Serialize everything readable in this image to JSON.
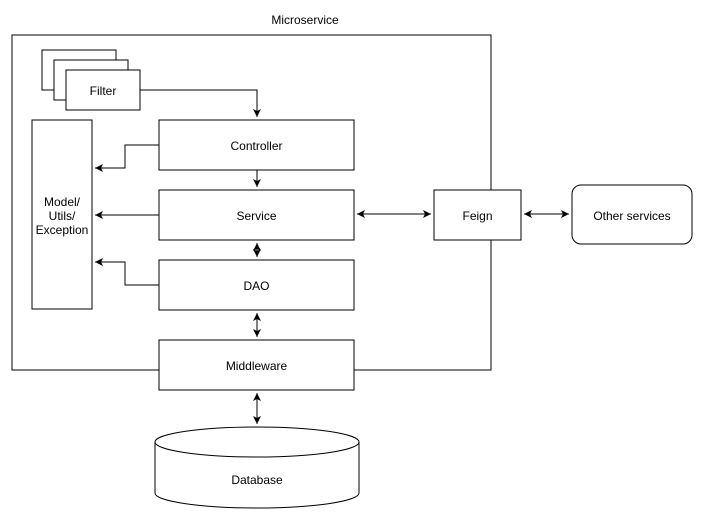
{
  "diagram": {
    "title": "Microservice",
    "nodes": {
      "filter": "Filter",
      "controller": "Controller",
      "service": "Service",
      "dao": "DAO",
      "middleware": "Middleware",
      "model": [
        "Model/",
        "Utils/",
        "Exception"
      ],
      "feign": "Feign",
      "other_services": "Other services",
      "database": "Database"
    }
  }
}
